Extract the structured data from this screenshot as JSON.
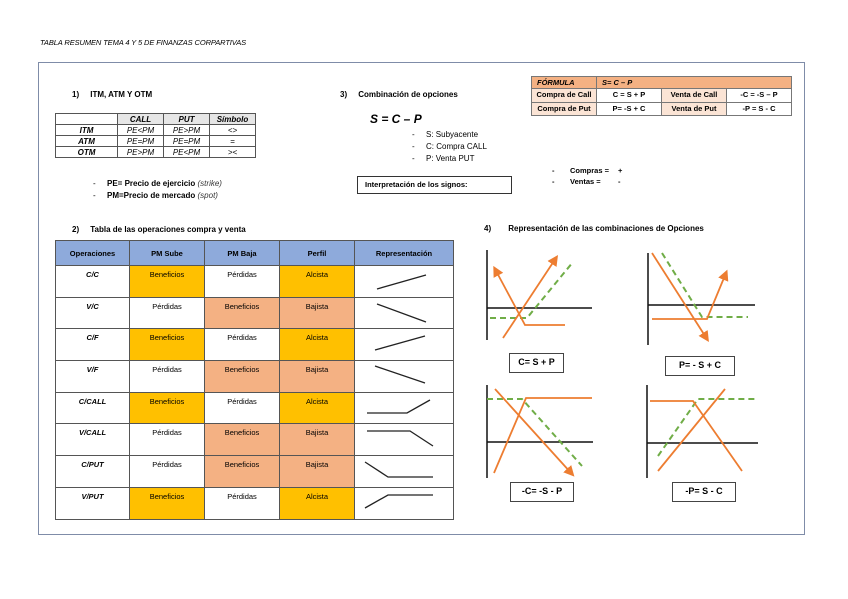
{
  "document": {
    "title": "TABLA RESUMEN TEMA 4 Y 5 DE FINANZAS CORPARTIVAS"
  },
  "section1": {
    "number": "1)",
    "heading": "ITM, ATM Y OTM",
    "table": {
      "headers": [
        "",
        "CALL",
        "PUT",
        "Símbolo"
      ],
      "rows": [
        {
          "label": "ITM",
          "call": "PE<PM",
          "put": "PE>PM",
          "symbol": "<>"
        },
        {
          "label": "ATM",
          "call": "PE=PM",
          "put": "PE=PM",
          "symbol": "="
        },
        {
          "label": "OTM",
          "call": "PE>PM",
          "put": "PE<PM",
          "symbol": "><"
        }
      ]
    },
    "notes": [
      {
        "dash": "-",
        "bold": "PE= Precio de ejercicio",
        "italic": "(strike)"
      },
      {
        "dash": "-",
        "bold": "PM=Precio de mercado",
        "italic": "(spot)"
      }
    ]
  },
  "section2": {
    "number": "2)",
    "heading": "Tabla de las operaciones compra y venta",
    "headers": [
      "Operaciones",
      "PM Sube",
      "PM Baja",
      "Perfil",
      "Representación"
    ],
    "rows": [
      {
        "op": "C/C",
        "sube": "Beneficios",
        "baja": "Pérdidas",
        "perfil": "Alcista",
        "shape": "up-line"
      },
      {
        "op": "V/C",
        "sube": "Pérdidas",
        "baja": "Beneficios",
        "perfil": "Bajista",
        "shape": "down-line"
      },
      {
        "op": "C/F",
        "sube": "Beneficios",
        "baja": "Pérdidas",
        "perfil": "Alcista",
        "shape": "up-line"
      },
      {
        "op": "V/F",
        "sube": "Pérdidas",
        "baja": "Beneficios",
        "perfil": "Bajista",
        "shape": "down-line"
      },
      {
        "op": "C/CALL",
        "sube": "Beneficios",
        "baja": "Pérdidas",
        "perfil": "Alcista",
        "shape": "flat-then-up"
      },
      {
        "op": "V/CALL",
        "sube": "Pérdidas",
        "baja": "Beneficios",
        "perfil": "Bajista",
        "shape": "flat-then-down"
      },
      {
        "op": "C/PUT",
        "sube": "Pérdidas",
        "baja": "Beneficios",
        "perfil": "Bajista",
        "shape": "down-then-flat"
      },
      {
        "op": "V/PUT",
        "sube": "Beneficios",
        "baja": "Pérdidas",
        "perfil": "Alcista",
        "shape": "up-then-flat"
      }
    ]
  },
  "section3": {
    "number": "3)",
    "heading": "Combinación de opciones",
    "formula": "S = C – P",
    "legend": [
      {
        "dash": "-",
        "text": "S: Subyacente"
      },
      {
        "dash": "-",
        "text": "C: Compra CALL"
      },
      {
        "dash": "-",
        "text": "P: Venta PUT"
      }
    ],
    "interpretation_box": "Interpretación de los signos:",
    "formula_table": {
      "header_label": "FÓRMULA",
      "header_value": "S= C – P",
      "rows": [
        {
          "label1": "Compra de Call",
          "value1": "C = S + P",
          "label2": "Venta de Call",
          "value2": "-C = -S – P"
        },
        {
          "label1": "Compra de Put",
          "value1": "P= -S + C",
          "label2": "Venta de Put",
          "value2": "-P = S - C"
        }
      ]
    },
    "signs": [
      {
        "dash": "-",
        "key": "Compras =",
        "value": "+"
      },
      {
        "dash": "-",
        "key": "Ventas =",
        "value": "-"
      }
    ]
  },
  "section4": {
    "number": "4)",
    "heading": "Representación de las combinaciones de Opciones",
    "graphs": [
      {
        "label": "C= S + P"
      },
      {
        "label": "P= - S + C"
      },
      {
        "label": "-C= -S - P"
      },
      {
        "label": "-P= S - C"
      }
    ]
  },
  "colors": {
    "frame": "#7f8ca8",
    "header_blue": "#8eaadb",
    "yellow": "#ffc000",
    "salmon": "#f4b183",
    "light_salmon": "#fbe4d5",
    "orange_line": "#ed7d31",
    "green_dash": "#70ad47"
  }
}
